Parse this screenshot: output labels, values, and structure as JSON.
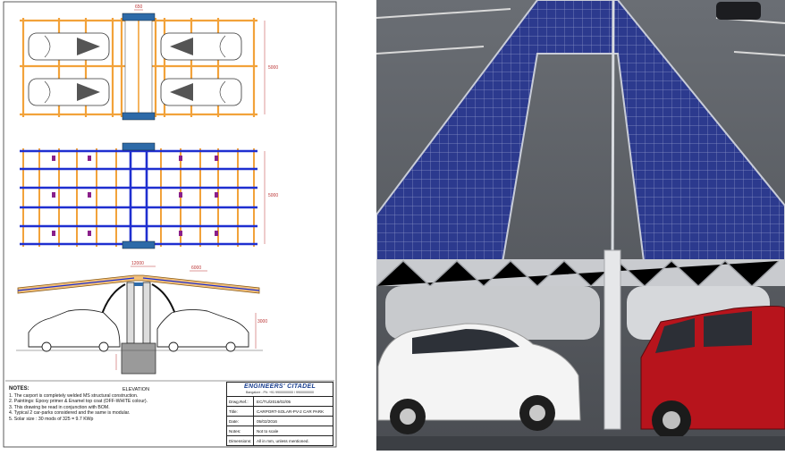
{
  "drawing": {
    "dimensions": {
      "top_width": "650",
      "plan_height": "5000",
      "frame_height": "5000",
      "roof_span": "12000",
      "roof_half": "6000",
      "column_height": "3000"
    },
    "elevation_label": "ELEVATION",
    "notes": {
      "title": "NOTES:",
      "items": [
        "1. The carport is completely welded MS structural construction.",
        "2. Paintings: Epoxy primer & Enamel top coat (OFF-WHITE colour).",
        "3. This drawing be read in conjunction with BOM.",
        "4. Typical 2 car-parks considered and the same is modular.",
        "5. Solar size : 30 mods of 325 = 9.7 KWp"
      ]
    },
    "title_block": {
      "firm": "ENGINEERS' CITADEL",
      "address": "Bangalore - Ph: +91 9900000000 / 9900000000",
      "rows": [
        {
          "key": "Drwg.Ref.:",
          "value": "EC/TU/2016/02/05"
        },
        {
          "key": "Title:",
          "value": "CARPORT-SOLAR-PV-2 CAR PARK"
        },
        {
          "key": "Date:",
          "value": "05/02/2016"
        },
        {
          "key": "Notes:",
          "value": "Not to scale"
        },
        {
          "key": "Dimensions:",
          "value": "All in mm, unless mentioned."
        }
      ]
    }
  },
  "colors": {
    "frame_orange": "#f2a23a",
    "frame_blue": "#1f2fd0",
    "bracket_purple": "#8a1f8a",
    "plate_blue": "#2d6aa8",
    "solar_panel": "#2c3a8e",
    "sky": "#5e636c",
    "car_red": "#b7141c"
  }
}
